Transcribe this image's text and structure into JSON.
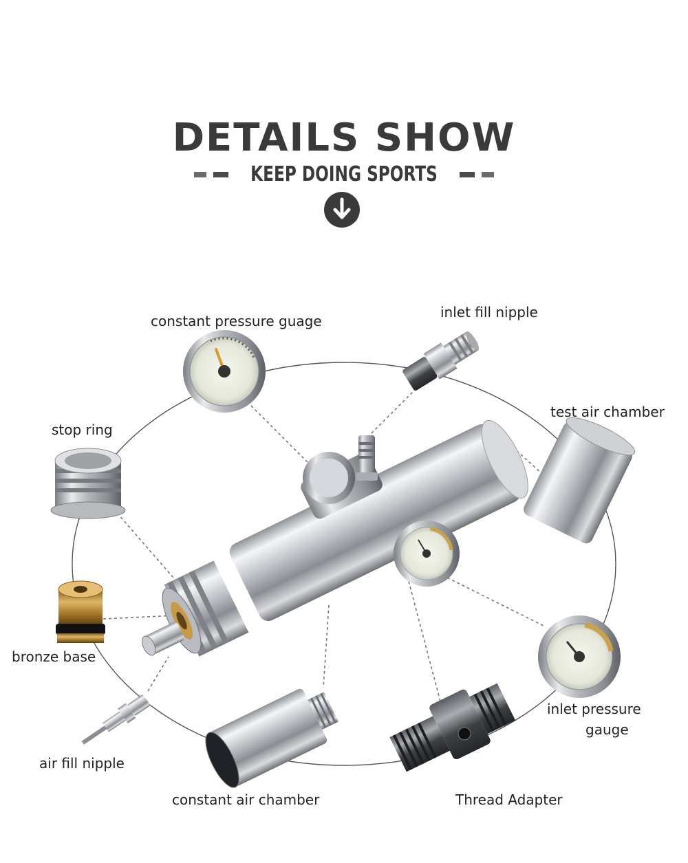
{
  "heading": {
    "title": "DETAILS SHOW",
    "subtitle": "KEEP DOING SPORTS"
  },
  "labels": {
    "constant_pressure_gauge": "constant pressure guage",
    "inlet_fill_nipple": "inlet fill nipple",
    "test_air_chamber": "test air chamber",
    "stop_ring": "stop ring",
    "bronze_base": "bronze base",
    "air_fill_nipple": "air fill nipple",
    "constant_air_chamber": "constant air chamber",
    "thread_adapter": "Thread Adapter",
    "inlet_pressure_gauge_line1": "inlet pressure",
    "inlet_pressure_gauge_line2": "gauge"
  },
  "icons": {
    "scroll_hint": "down-arrow-circle-icon"
  },
  "colors": {
    "heading": "#3a3a3a",
    "chrome": "#c9ccd0",
    "bronze": "#b8893a",
    "gauge_face": "#eef0e6"
  }
}
